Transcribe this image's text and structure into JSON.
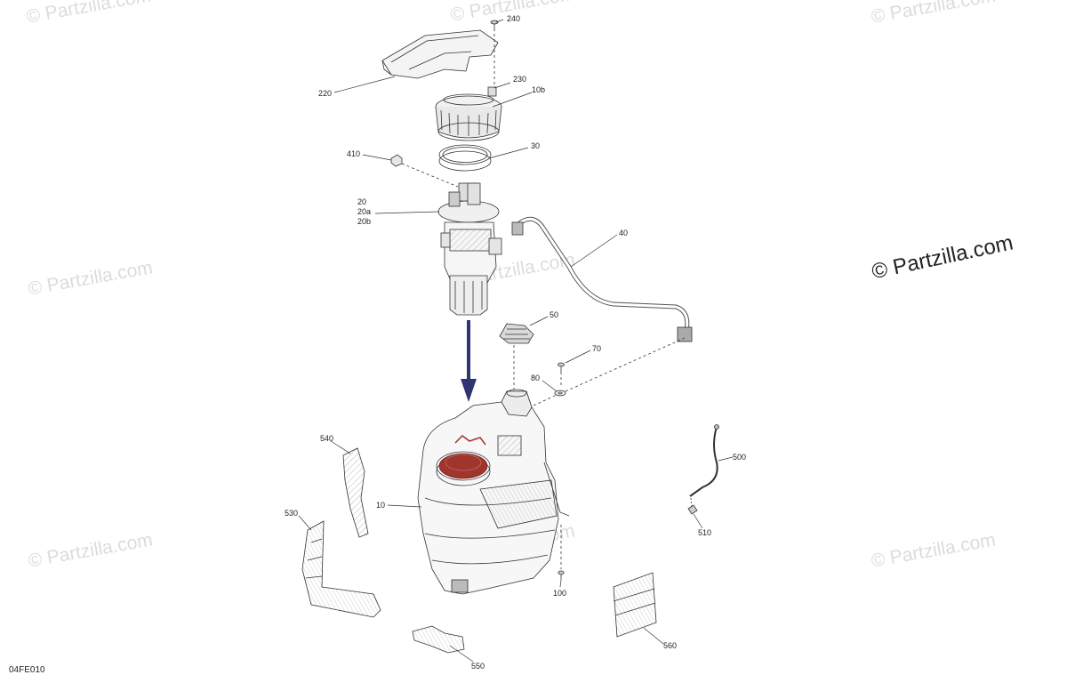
{
  "watermarks": [
    "© Partzilla.com",
    "© Partzilla.com",
    "© Partzilla.com",
    "© Partzilla.com",
    "© Partzilla.com",
    "© Partzilla.com",
    "© Partzilla.com",
    "© Partzilla.com"
  ],
  "brand_watermark": "© Partzilla.com",
  "diagram_code": "04FE010",
  "callouts": {
    "c240": "240",
    "c230": "230",
    "c10b": "10b",
    "c220": "220",
    "c30": "30",
    "c410": "410",
    "c20": "20",
    "c20a": "20a",
    "c20b": "20b",
    "c40": "40",
    "c50": "50",
    "c70": "70",
    "c80": "80",
    "c540": "540",
    "c10": "10",
    "c530": "530",
    "c500": "500",
    "c510": "510",
    "c100": "100",
    "c560": "560",
    "c550": "550"
  },
  "colors": {
    "line": "#333333",
    "arrow": "#2e3570",
    "highlight": "#a0352d",
    "watermark": "#dcdcdc"
  }
}
